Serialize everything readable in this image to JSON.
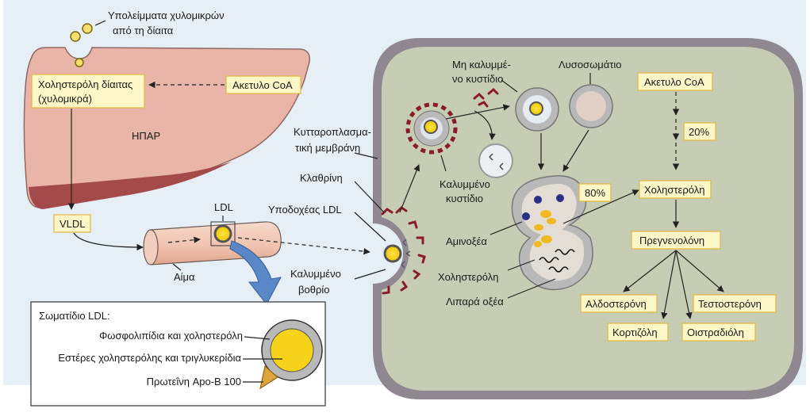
{
  "labels": {
    "dietary_remnants_1": "Υπολείμματα χυλομικρών",
    "dietary_remnants_2": "από τη δίαιτα",
    "dietary_chol_1": "Χοληστερόλη δίαιτας",
    "dietary_chol_2": "(χυλομικρά)",
    "acetyl_coa_liver": "Ακετυλο CoA",
    "liver": "ΗΠΑΡ",
    "vldl": "VLDL",
    "ldl": "LDL",
    "blood": "Αίμα",
    "membrane_1": "Κυτταροπλασμα-",
    "membrane_2": "τική μεμβράνη",
    "clathrin": "Κλαθρίνη",
    "ldl_receptor": "Υποδοχέας LDL",
    "coated_pit_1": "Καλυμμένο",
    "coated_pit_2": "βοθρίο",
    "uncoated_vesicle_1": "Μη καλυμμέ-",
    "uncoated_vesicle_2": "νο κυστίδιο",
    "lysosome": "Λυσοσωμάτιο",
    "coated_vesicle_1": "Καλυμμένο",
    "coated_vesicle_2": "κυστίδιο",
    "amino_acids": "Αμινοξέα",
    "cholesterol_lys": "Χοληστερόλη",
    "fatty_acids": "Λιπαρά οξέα",
    "pct80": "80%",
    "acetyl_coa_cell": "Ακετυλο CoA",
    "pct20": "20%",
    "cholesterol_cell": "Χοληστερόλη",
    "pregnenolone": "Πρεγνενολόνη",
    "aldosterone": "Αλδοστερόνη",
    "testosterone": "Τεστοστερόνη",
    "cortisol": "Κορτιζόλη",
    "estradiol": "Οιστραδιόλη"
  },
  "inset": {
    "title": "Σωματίδιο LDL:",
    "phospholipids": "Φωσφολιπίδια και χοληστερόλη",
    "esters": "Εστέρες χοληστερόλης και τριγλυκερίδια",
    "apob": "Πρωτεΐνη Apo-B 100"
  },
  "colors": {
    "panel_bg": "#e6eff6",
    "liver_fill": "#e9b5a8",
    "liver_dark": "#a44a4a",
    "cell_wall": "#8f8890",
    "cell_fill": "#c7cdb4",
    "box_fill": "#fdf6c7",
    "box_border": "#e2b84a",
    "ldl_core": "#f6d21a",
    "clathrin": "#8b1a2a",
    "vessel": "#f0c7b5",
    "arrow_blue": "#5a87c8"
  }
}
